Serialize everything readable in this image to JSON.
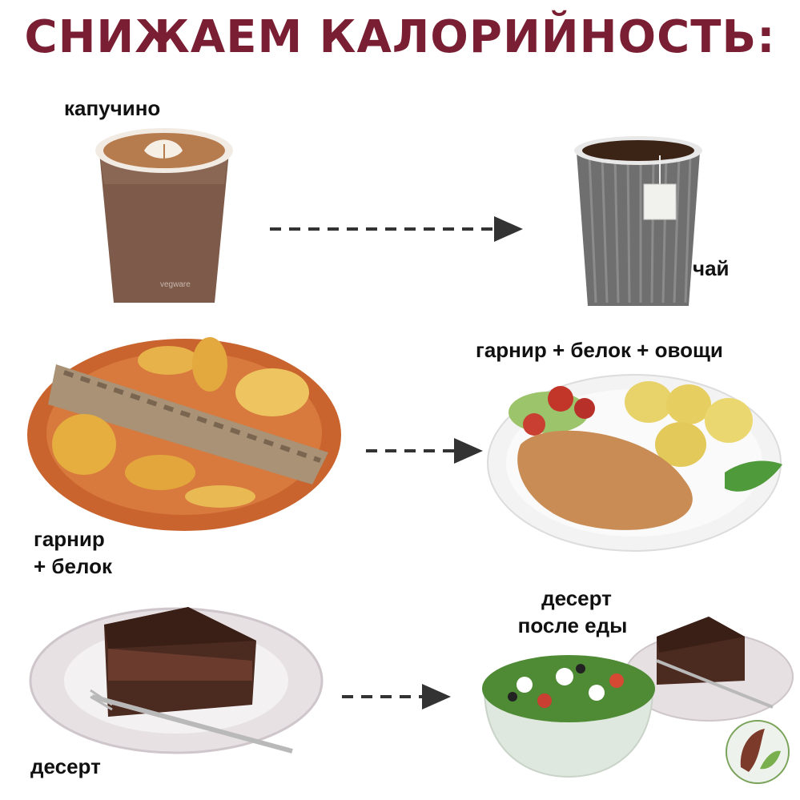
{
  "title": "СНИЖАЕМ КАЛОРИЙНОСТЬ:",
  "rows": [
    {
      "before": {
        "label": "капучино",
        "image": "cappuccino-cup"
      },
      "after": {
        "label": "чай",
        "image": "tea-cup"
      }
    },
    {
      "before": {
        "label_line1": "гарнир",
        "label_line2": "+ белок",
        "image": "fish-with-potatoes"
      },
      "after": {
        "label": "гарнир + белок + овощи",
        "image": "chicken-potatoes-vegetables"
      }
    },
    {
      "before": {
        "label": "десерт",
        "image": "chocolate-cake-slice"
      },
      "after": {
        "label_line1": "десерт",
        "label_line2": "после еды",
        "image": "salad-bowl-and-cake"
      }
    }
  ],
  "colors": {
    "title": "#7a1f33",
    "arrow": "#333333"
  },
  "logo": "round-leaf-logo"
}
